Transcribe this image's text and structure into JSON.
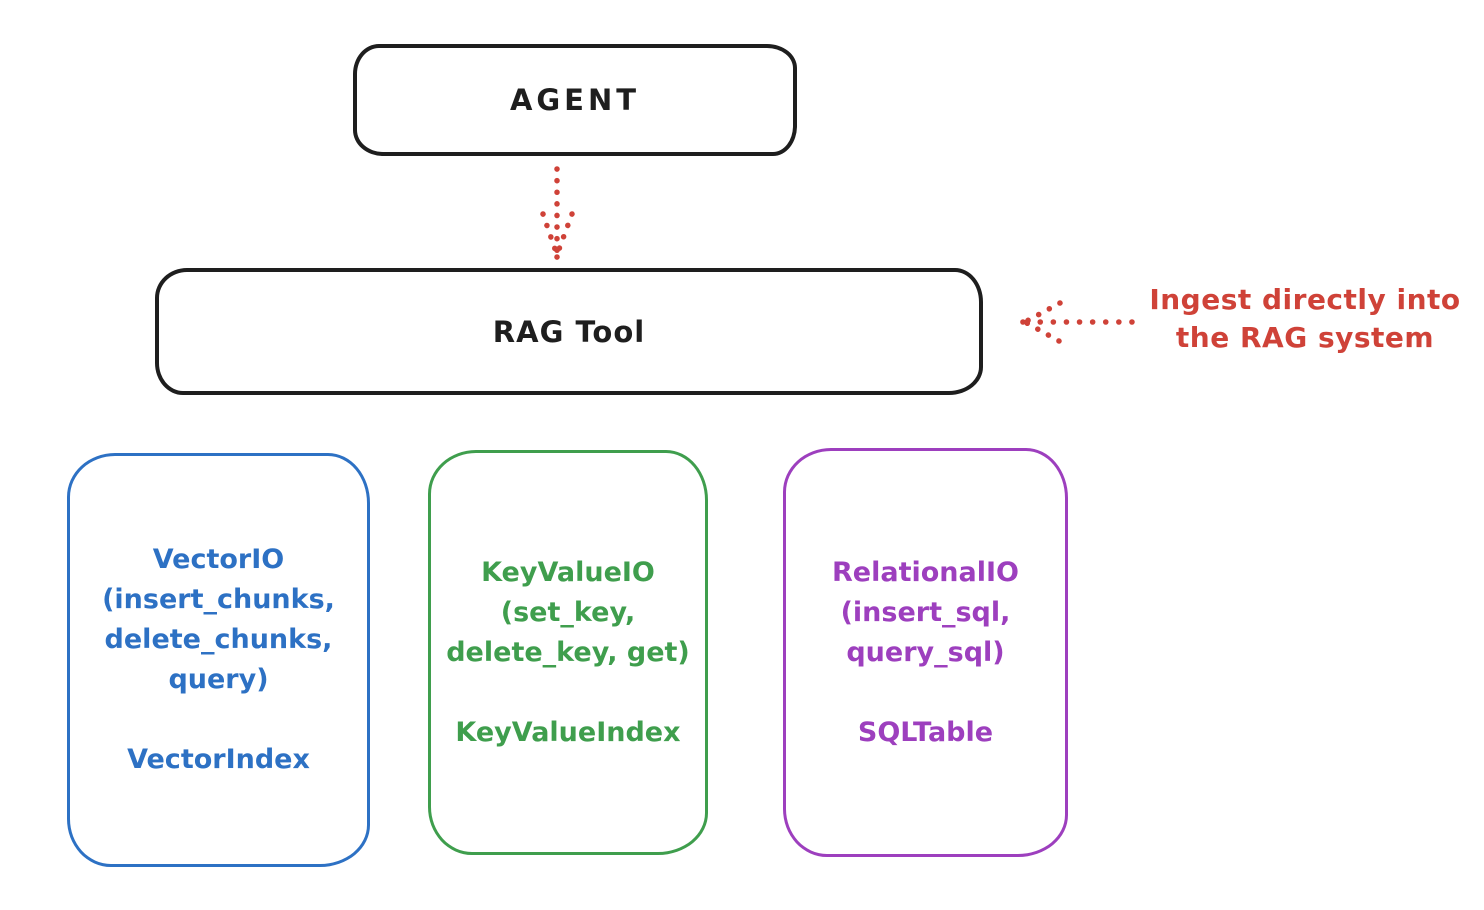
{
  "diagram": {
    "background_color": "#ffffff",
    "stroke_color": "#1e1e1e",
    "accent_red": "#cf4238",
    "nodes": {
      "agent": {
        "label": "AGENT",
        "color": "#1e1e1e"
      },
      "rag_tool": {
        "label": "RAG Tool",
        "color": "#1e1e1e"
      },
      "vector": {
        "io_label": "VectorIO",
        "methods_lines": [
          "(insert_chunks,",
          "delete_chunks,",
          "query)"
        ],
        "index_label": "VectorIndex",
        "color": "#2d71c4"
      },
      "keyvalue": {
        "io_label": "KeyValueIO",
        "methods_lines": [
          "(set_key,",
          "delete_key, get)"
        ],
        "index_label": "KeyValueIndex",
        "color": "#3f9e4d"
      },
      "relational": {
        "io_label": "RelationalIO",
        "methods_lines": [
          "(insert_sql,",
          "query_sql)"
        ],
        "index_label": "SQLTable",
        "color": "#9d3fbe"
      }
    },
    "arrows": {
      "agent_to_rag": {
        "name": "dotted-arrow-down",
        "style": "dotted",
        "color": "#cf4238"
      },
      "annotation_to_rag": {
        "name": "dotted-arrow-left",
        "style": "dotted",
        "color": "#cf4238"
      }
    },
    "annotation": {
      "lines": [
        "Ingest directly into",
        "the RAG system"
      ],
      "color": "#cf4238"
    }
  }
}
